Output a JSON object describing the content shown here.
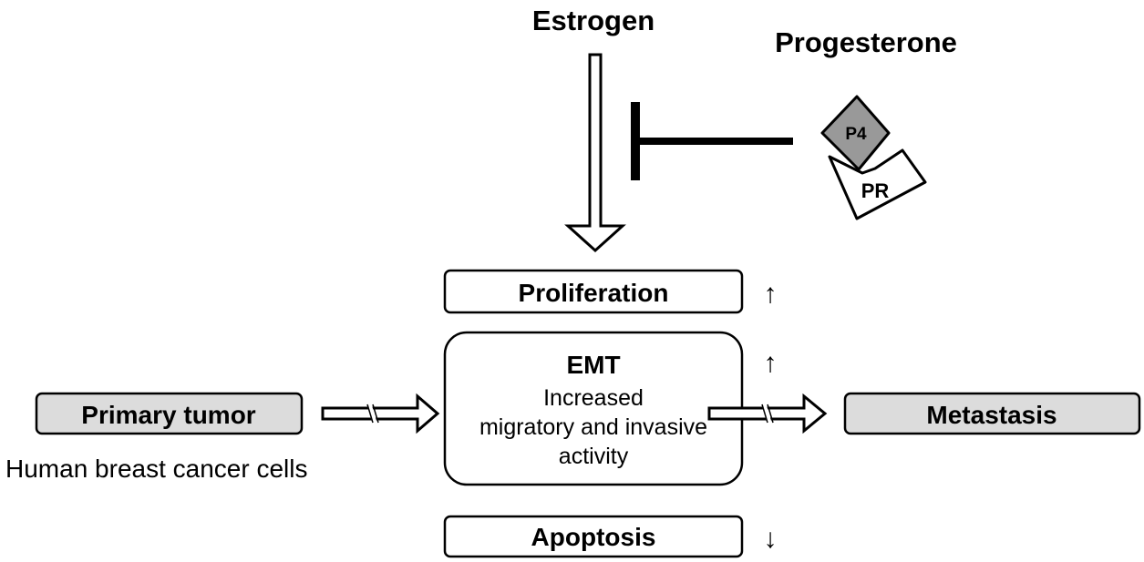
{
  "estrogen_label": "Estrogen",
  "progesterone_label": "Progesterone",
  "p4_label": "P4",
  "pr_label": "PR",
  "proliferation": {
    "label": "Proliferation",
    "trend": "↑"
  },
  "emt": {
    "title": "EMT",
    "line1": "Increased",
    "line2": "migratory and invasive",
    "line3": "activity",
    "trend": "↑"
  },
  "apoptosis": {
    "label": "Apoptosis",
    "trend": "↓"
  },
  "primary_tumor_label": "Primary tumor",
  "cells_label": "Human breast cancer cells",
  "metastasis_label": "Metastasis",
  "colors": {
    "stroke": "#000000",
    "background": "#ffffff",
    "outcome_box_fill": "#dcdcdc",
    "p4_fill": "#999999"
  }
}
